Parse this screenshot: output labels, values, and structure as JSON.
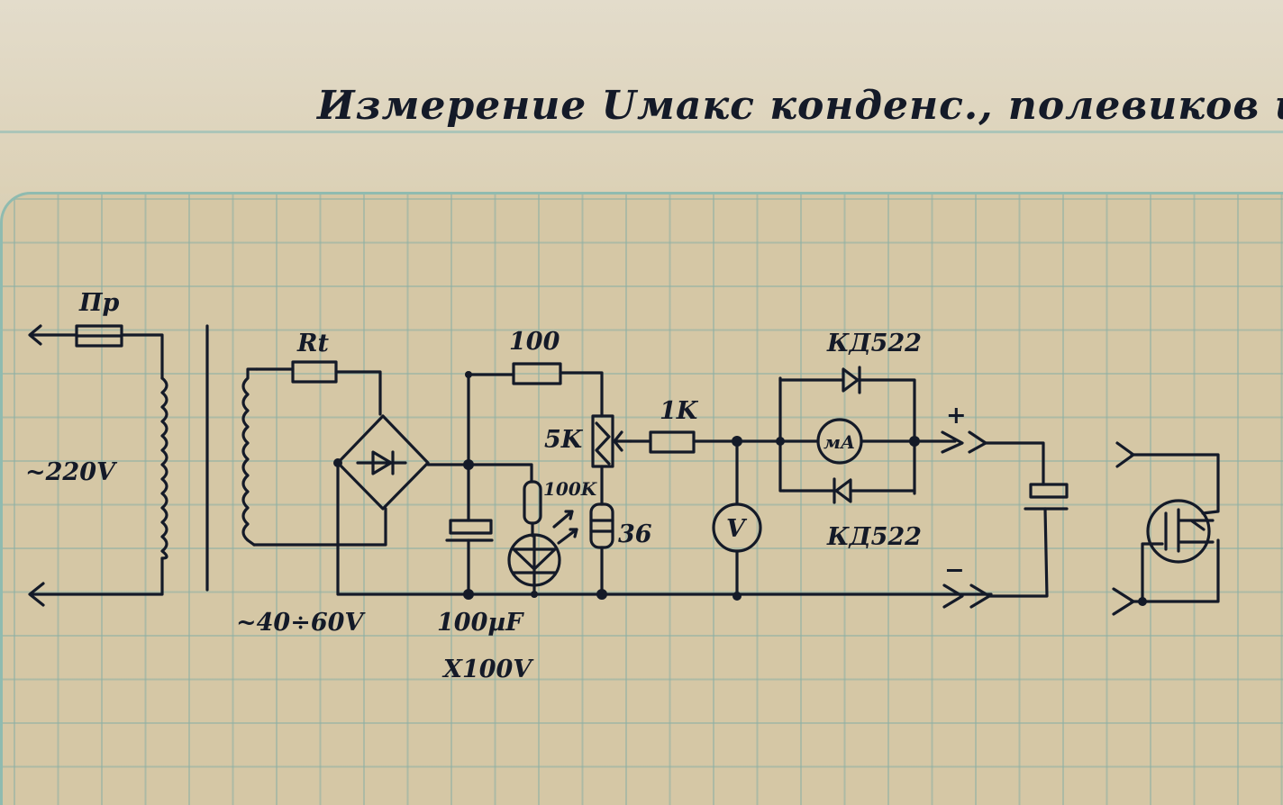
{
  "title": "Измерение Uмакс конденс., полевиков и др..",
  "labels": {
    "fuse": "Пр",
    "mains_voltage": "~220V",
    "thermistor": "Rt",
    "secondary_voltage": "~40÷60V",
    "filter_cap_value": "100µF",
    "filter_cap_voltage": "X100V",
    "resistor_top": "100",
    "potentiometer": "5K",
    "resistor_led": "100K",
    "zener": "36",
    "resistor_series": "1K",
    "diode_top": "КД522",
    "diode_bottom": "КД522",
    "ammeter": "мА",
    "voltmeter": "V",
    "terminal_plus": "+",
    "terminal_minus": "−"
  },
  "components": [
    {
      "ref": "fuse",
      "type": "fuse"
    },
    {
      "ref": "transformer",
      "type": "transformer"
    },
    {
      "ref": "Rt",
      "type": "thermistor"
    },
    {
      "ref": "bridge",
      "type": "diode-bridge"
    },
    {
      "ref": "C1",
      "type": "electrolytic-capacitor"
    },
    {
      "ref": "R100",
      "type": "resistor"
    },
    {
      "ref": "R100K",
      "type": "resistor"
    },
    {
      "ref": "LED",
      "type": "led"
    },
    {
      "ref": "RV5K",
      "type": "potentiometer"
    },
    {
      "ref": "VD36",
      "type": "zener-diode"
    },
    {
      "ref": "R1K",
      "type": "resistor"
    },
    {
      "ref": "PV",
      "type": "voltmeter"
    },
    {
      "ref": "PA",
      "type": "milliammeter"
    },
    {
      "ref": "VD1",
      "type": "diode"
    },
    {
      "ref": "VD2",
      "type": "diode"
    },
    {
      "ref": "Cx",
      "type": "capacitor-under-test"
    },
    {
      "ref": "Q",
      "type": "mosfet-under-test"
    }
  ]
}
